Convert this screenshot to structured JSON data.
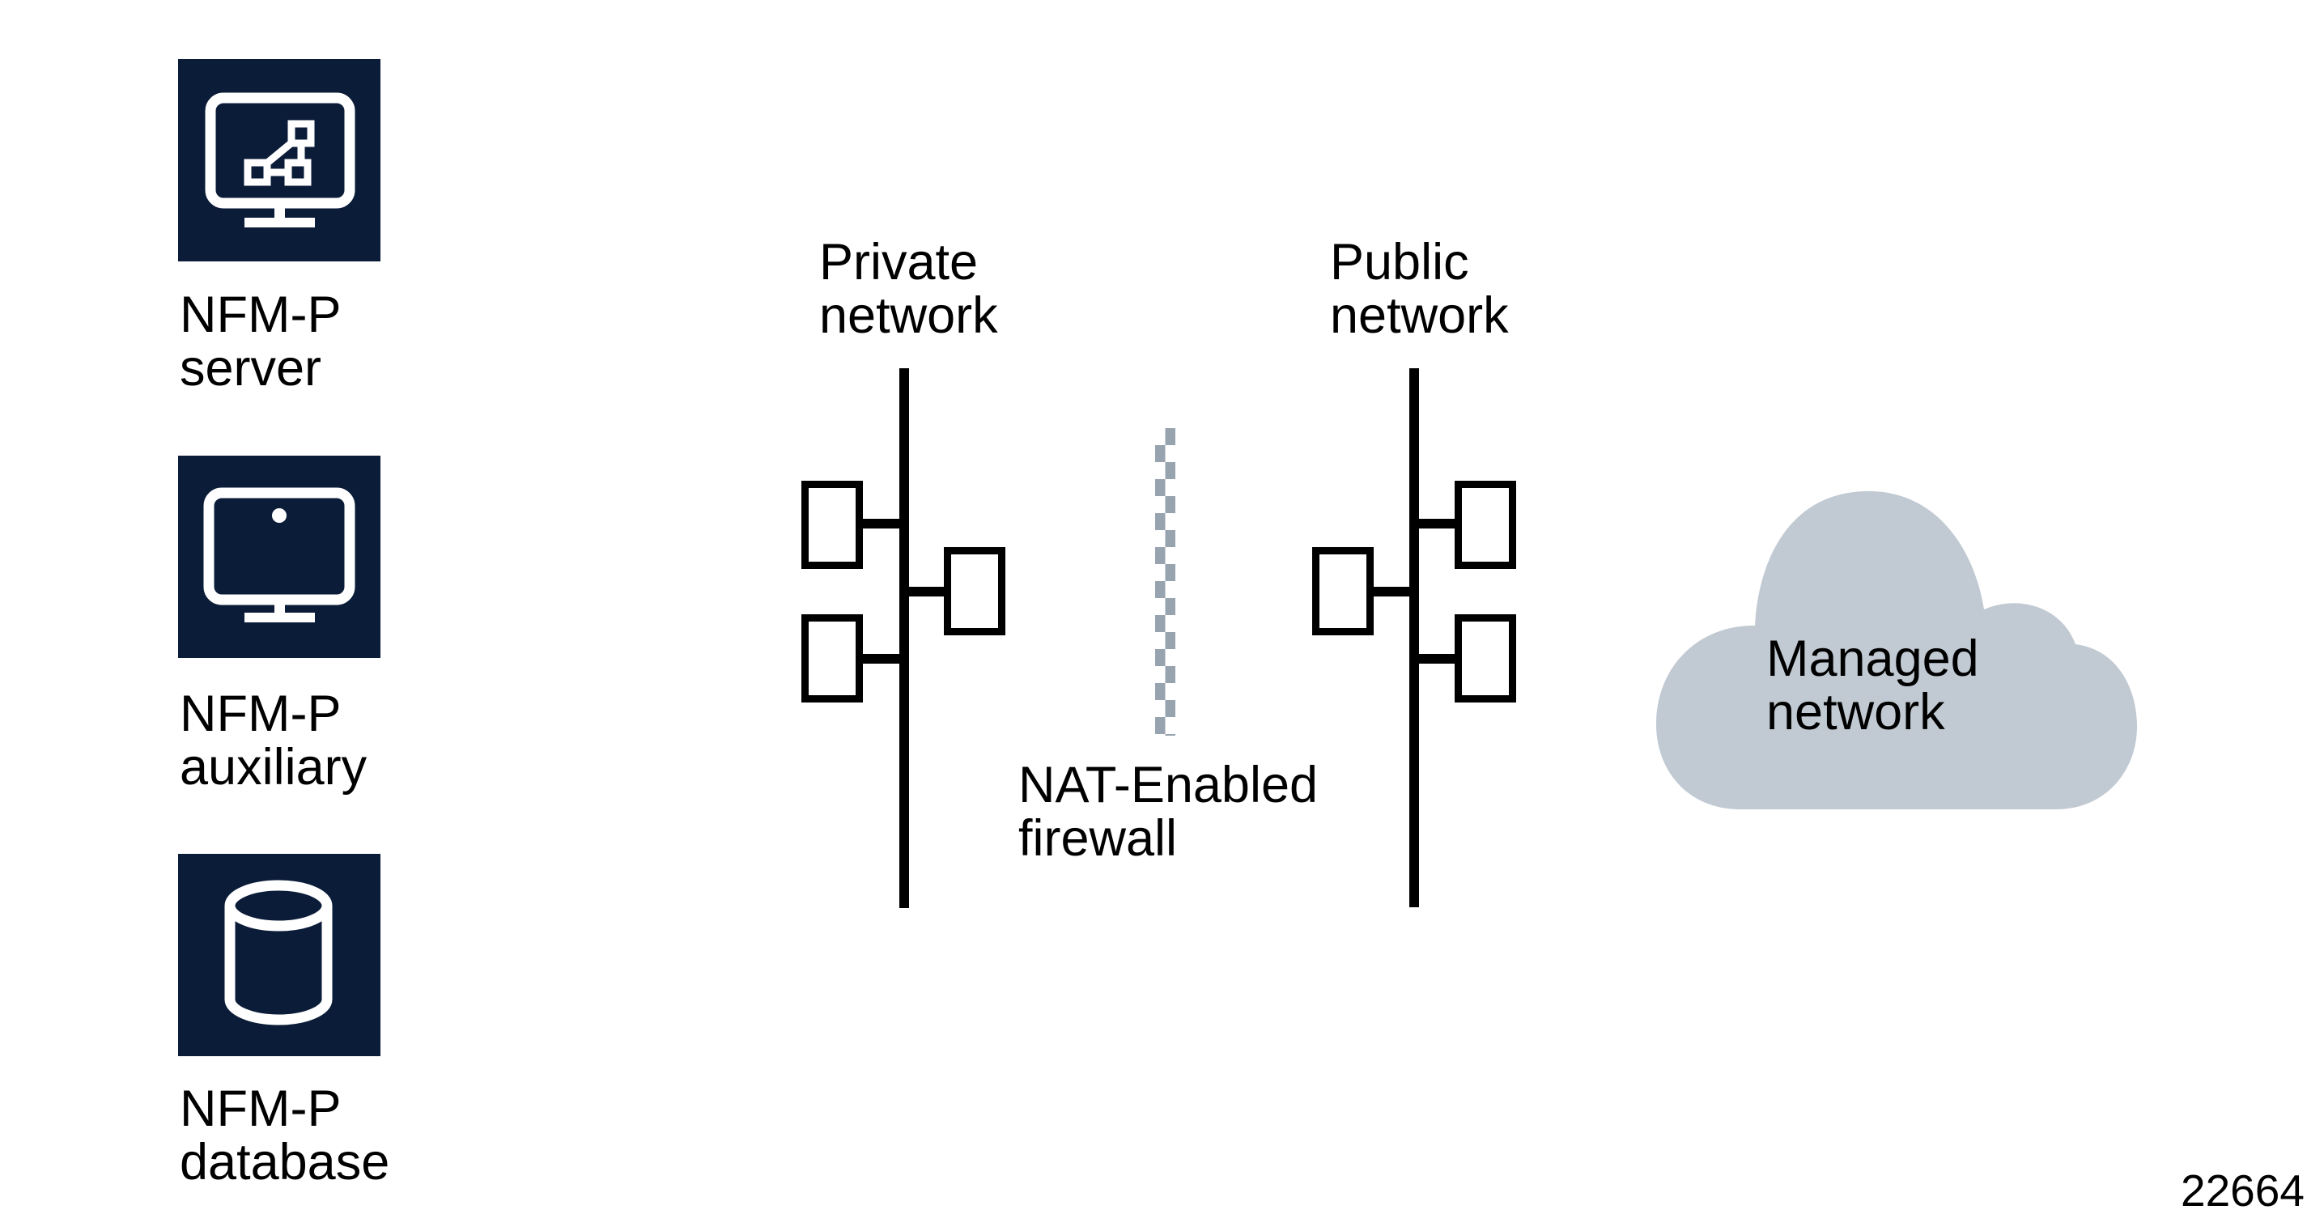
{
  "colors": {
    "icon_tile_bg": "#0b1c38",
    "icon_glyph": "#ffffff",
    "diagram_line": "#000000",
    "firewall_gray": "#98a3b0",
    "cloud_gray": "#c1cad3",
    "text": "#000000"
  },
  "legend": {
    "items": [
      {
        "icon": "nfm-p-server-icon",
        "label_line1": "NFM-P",
        "label_line2": "server"
      },
      {
        "icon": "nfm-p-auxiliary-icon",
        "label_line1": "NFM-P",
        "label_line2": "auxiliary"
      },
      {
        "icon": "nfm-p-database-icon",
        "label_line1": "NFM-P",
        "label_line2": "database"
      }
    ]
  },
  "private_network": {
    "label_line1": "Private",
    "label_line2": "network",
    "node_count": 3
  },
  "public_network": {
    "label_line1": "Public",
    "label_line2": "network",
    "node_count": 3
  },
  "firewall": {
    "label_line1": "NAT-Enabled",
    "label_line2": "firewall"
  },
  "managed_network": {
    "label_line1": "Managed",
    "label_line2": "network"
  },
  "figure_number": "22664"
}
